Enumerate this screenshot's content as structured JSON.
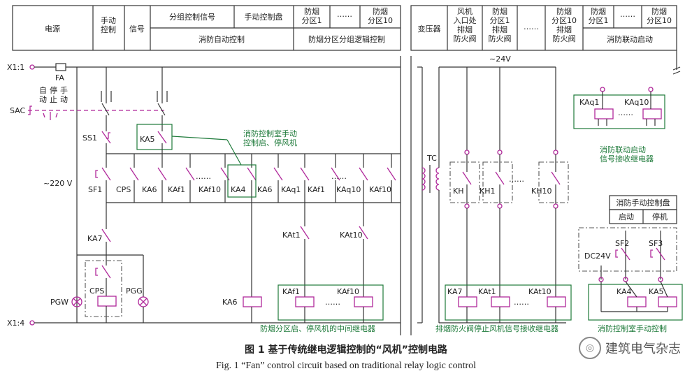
{
  "colors": {
    "line": "#333333",
    "magenta": "#b0289a",
    "green": "#1e7a3a",
    "dash": "#666666"
  },
  "header": {
    "power": "电源",
    "manual_control": "手动\n控制",
    "signal": "信号",
    "group_signal": "分组控制信号",
    "manual_panel": "手动控制盘",
    "zone1": "防烟\n分区1",
    "dots": "……",
    "zone10": "防烟\n分区10",
    "fire_auto": "消防自动控制",
    "zone_logic": "防烟分区分组逻辑控制",
    "transformer": "变压器",
    "fan_inlet": "风机\n入口处\n排烟\n防火阀",
    "zone1_valve": "防烟\n分区1\n排烟\n防火阀",
    "zone10_valve": "防烟\n分区10\n排烟\n防火阀",
    "fire_link_start": "消防联动启动"
  },
  "labels": {
    "x11": "X1:1",
    "x14": "X1:4",
    "fa": "FA",
    "sac": "SAC",
    "auto": "自\n动",
    "stop": "停\n止",
    "manual": "手\n动",
    "ss1": "SS1",
    "ka5": "KA5",
    "v220": "~220 V",
    "v24": "~24V",
    "sf1": "SF1",
    "cps": "CPS",
    "ka6": "KA6",
    "kaf1": "KAf1",
    "kaf10": "KAf10",
    "ka4": "KA4",
    "kaq1": "KAq1",
    "kaq10": "KAq10",
    "ka7": "KA7",
    "kat1": "KAt1",
    "kat10": "KAt10",
    "pgw": "PGW",
    "pgg": "PGG",
    "tc": "TC",
    "kh": "KH",
    "kh1": "KH1",
    "kh10": "KH10",
    "dc24v": "DC24V",
    "sf2": "SF2",
    "sf3": "SF3",
    "dots": "……"
  },
  "notes": {
    "control_room": "消防控制室手动\n控制启、停风机",
    "zone_relays": "防烟分区启、停风机的中间继电器",
    "valve_relays": "排烟防火阀停止风机信号接收继电器",
    "link_relays": "消防联动启动\n信号接收继电器",
    "room_manual": "消防控制室手动控制",
    "panel_title": "消防手动控制盘",
    "panel_start": "启动",
    "panel_stop": "停机"
  },
  "captions": {
    "cn": "图 1   基于传统继电逻辑控制的“风机”控制电路",
    "en": "Fig. 1    “Fan”   control circuit based on traditional relay logic control"
  },
  "watermark": "建筑电气杂志"
}
